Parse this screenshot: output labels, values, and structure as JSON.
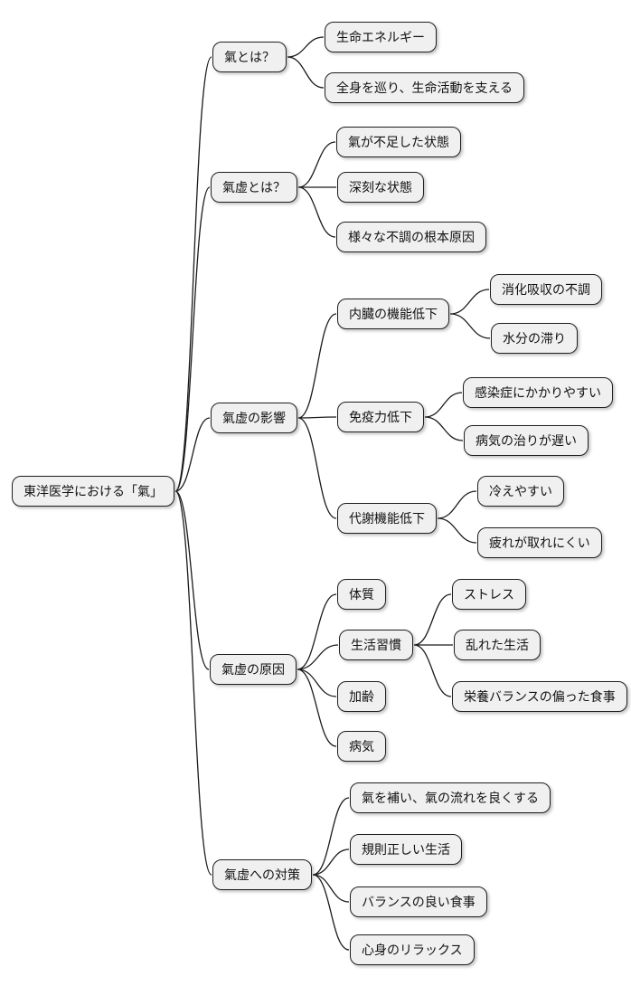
{
  "colors": {
    "node_fill": "#f0f0f0",
    "node_border": "#1f1f1f",
    "edge": "#1a1a1a",
    "background": "#ffffff"
  },
  "diagram": {
    "type": "mindmap",
    "root": {
      "label": "東洋医学における「氣」"
    },
    "branches": [
      {
        "label": "氣とは？",
        "children": [
          {
            "label": "生命エネルギー"
          },
          {
            "label": "全身を巡り、生命活動を支える"
          }
        ]
      },
      {
        "label": "氣虚とは？",
        "children": [
          {
            "label": "氣が不足した状態"
          },
          {
            "label": "深刻な状態"
          },
          {
            "label": "様々な不調の根本原因"
          }
        ]
      },
      {
        "label": "氣虚の影響",
        "children": [
          {
            "label": "内臓の機能低下",
            "children": [
              {
                "label": "消化吸収の不調"
              },
              {
                "label": "水分の滞り"
              }
            ]
          },
          {
            "label": "免疫力低下",
            "children": [
              {
                "label": "感染症にかかりやすい"
              },
              {
                "label": "病気の治りが遅い"
              }
            ]
          },
          {
            "label": "代謝機能低下",
            "children": [
              {
                "label": "冷えやすい"
              },
              {
                "label": "疲れが取れにくい"
              }
            ]
          }
        ]
      },
      {
        "label": "氣虚の原因",
        "children": [
          {
            "label": "体質"
          },
          {
            "label": "生活習慣",
            "children": [
              {
                "label": "ストレス"
              },
              {
                "label": "乱れた生活"
              },
              {
                "label": "栄養バランスの偏った食事"
              }
            ]
          },
          {
            "label": "加齢"
          },
          {
            "label": "病気"
          }
        ]
      },
      {
        "label": "氣虚への対策",
        "children": [
          {
            "label": "氣を補い、氣の流れを良くする"
          },
          {
            "label": "規則正しい生活"
          },
          {
            "label": "バランスの良い食事"
          },
          {
            "label": "心身のリラックス"
          }
        ]
      }
    ]
  }
}
